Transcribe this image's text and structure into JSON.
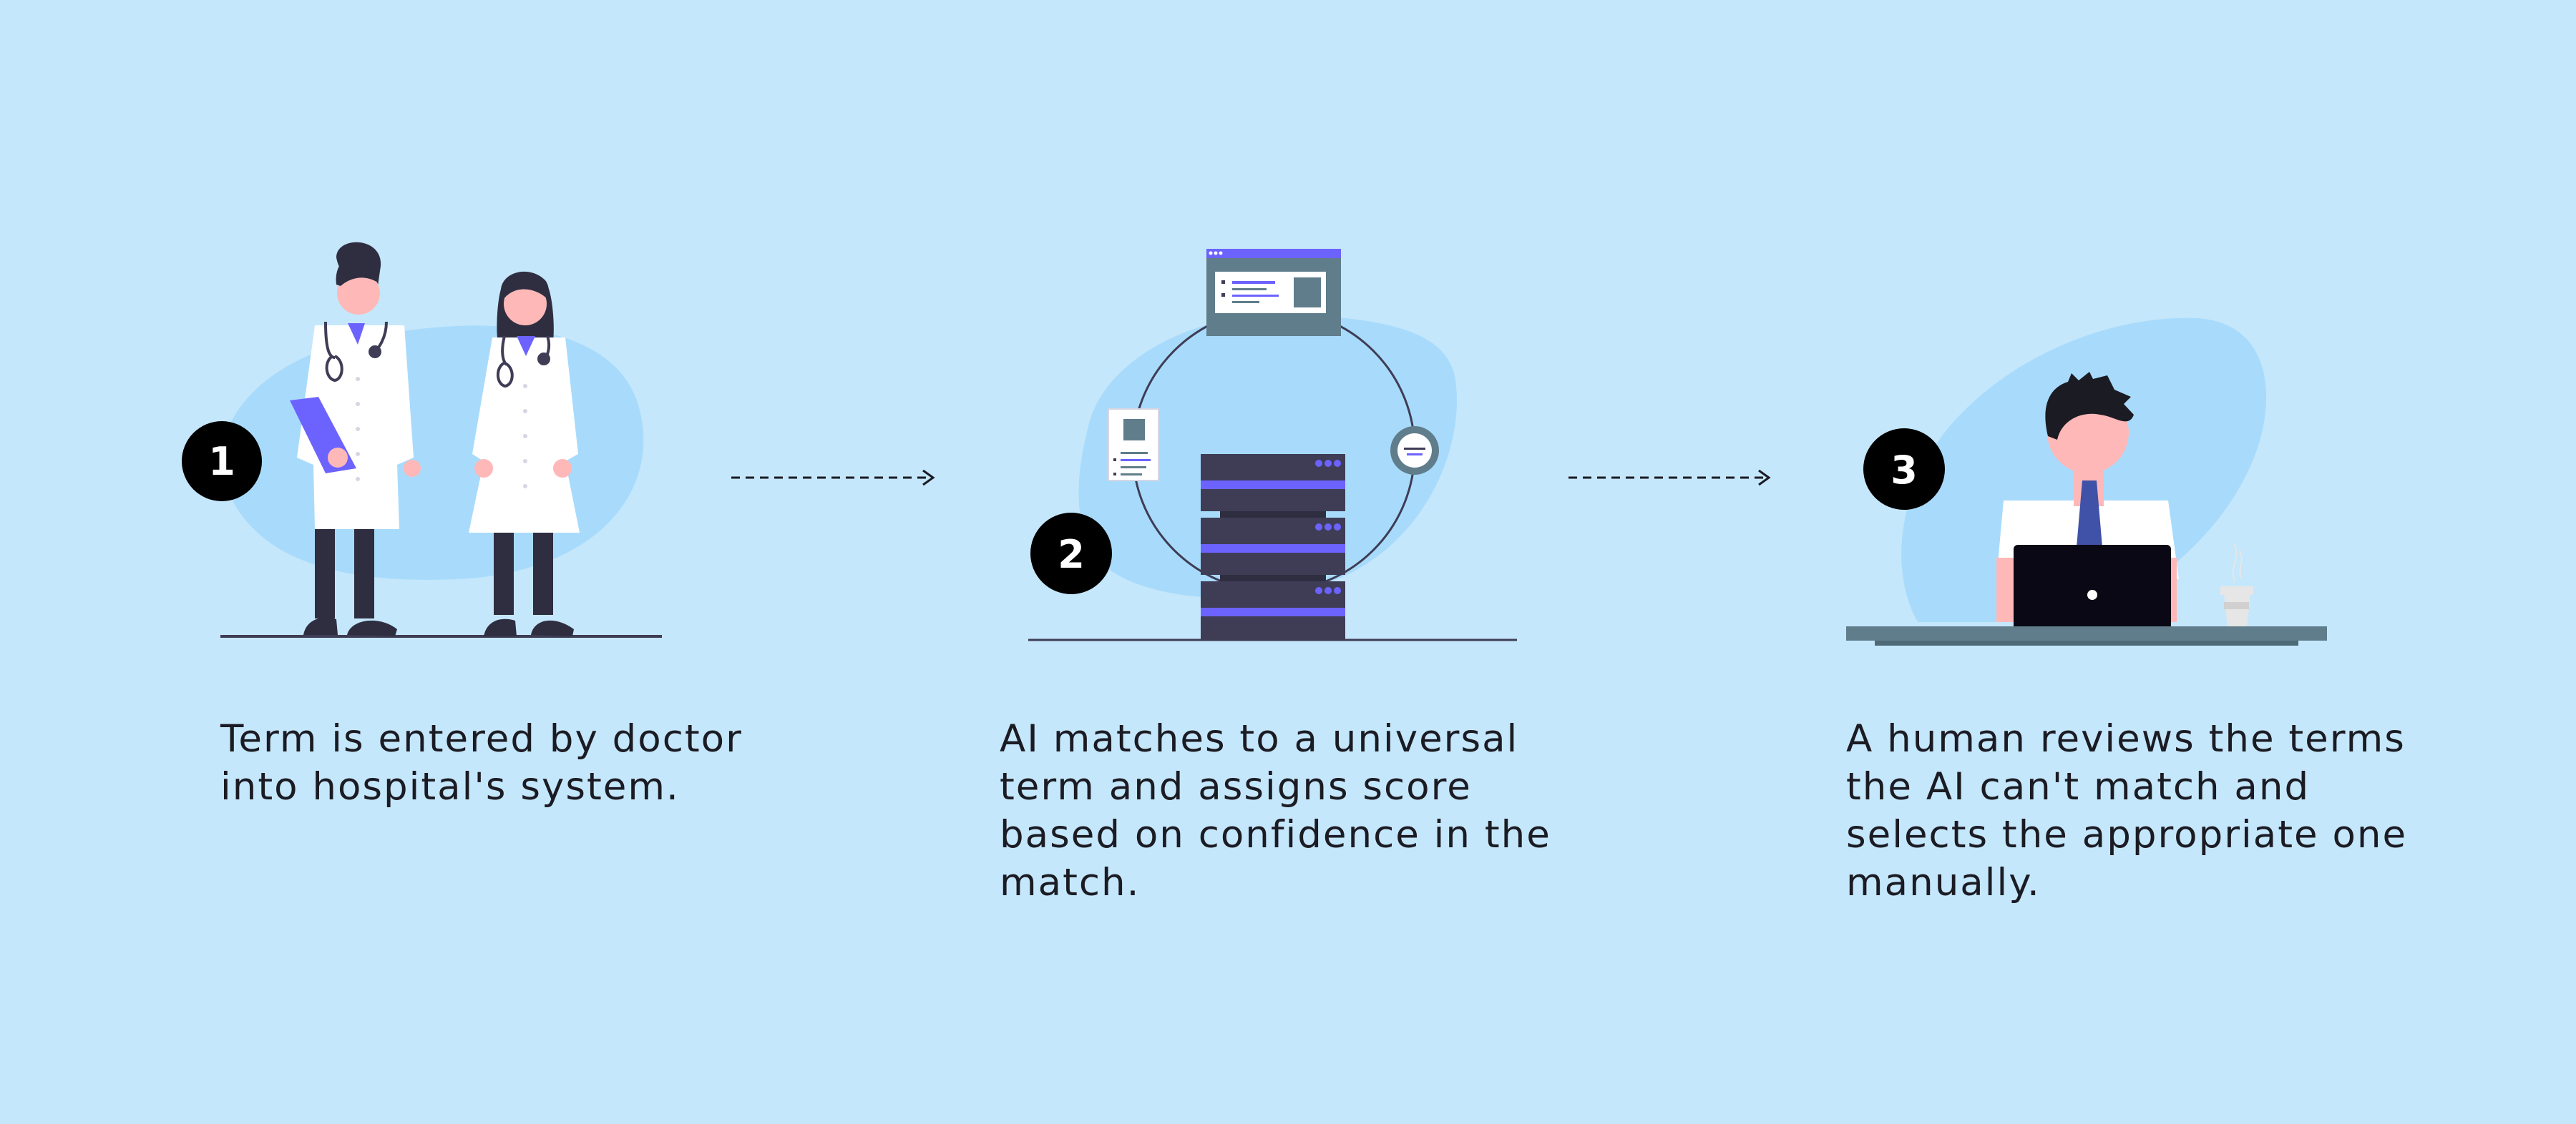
{
  "steps": [
    {
      "number": "1",
      "text": "Term is entered by doctor into hospital's system."
    },
    {
      "number": "2",
      "text": "AI matches to a universal term and assigns score based on confidence in the match."
    },
    {
      "number": "3",
      "text": "A human reviews the terms the AI can't match and selects the appropriate one manually."
    }
  ],
  "colors": {
    "background": "#c5e7fb",
    "blob": "#a8dbfb",
    "accent": "#6c63ff",
    "server": "#3f3d56",
    "slate": "#607d8b",
    "badge": "#000000",
    "text": "#1b1b23"
  },
  "icons": {
    "step1": "doctors-illustration",
    "step2": "ai-server-cycle-illustration",
    "step3": "person-at-laptop-illustration",
    "connector": "dashed-arrow-icon"
  }
}
